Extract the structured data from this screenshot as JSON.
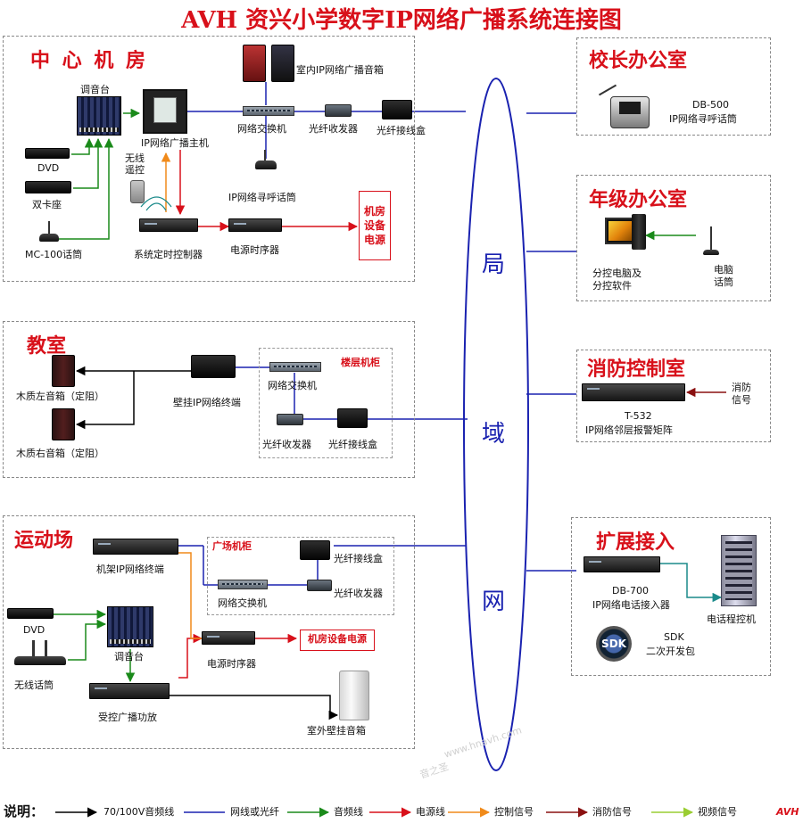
{
  "title": "AVH 资兴小学数字IP网络广播系统连接图",
  "lan": {
    "c1": "局",
    "c2": "域",
    "c3": "网"
  },
  "center": {
    "title": "中 心 机 房",
    "mixer": "调音台",
    "host": "IP网络广播主机",
    "dvd": "DVD",
    "cassette": "双卡座",
    "mic": "MC-100话筒",
    "remote": "无线\n遥控",
    "indoor_speaker": "室内IP网络广播音箱",
    "switch": "网络交换机",
    "transceiver": "光纤收发器",
    "fiberbox": "光纤接线盒",
    "paging_mic": "IP网络寻呼话筒",
    "timer": "系统定时控制器",
    "sequencer": "电源时序器",
    "power": "机房\n设备\n电源"
  },
  "principal": {
    "title": "校长办公室",
    "model": "DB-500",
    "desc": "IP网络寻呼话筒"
  },
  "grade": {
    "title": "年级办公室",
    "pc": "分控电脑及\n分控软件",
    "mic": "电脑\n话筒"
  },
  "fire": {
    "title": "消防控制室",
    "model": "T-532",
    "desc": "IP网络邻层报警矩阵",
    "signal": "消防\n信号"
  },
  "classroom": {
    "title": "教室",
    "left_speaker": "木质左音箱（定阻）",
    "right_speaker": "木质右音箱（定阻）",
    "terminal": "壁挂IP网络终端",
    "cabinet": "楼层机柜",
    "switch": "网络交换机",
    "transceiver": "光纤收发器",
    "fiberbox": "光纤接线盒"
  },
  "playground": {
    "title": "运动场",
    "terminal": "机架IP网络终端",
    "cabinet": "广场机柜",
    "fiberbox": "光纤接线盒",
    "transceiver": "光纤收发器",
    "switch": "网络交换机",
    "dvd": "DVD",
    "wireless_mic": "无线话筒",
    "mixer": "调音台",
    "sequencer": "电源时序器",
    "power": "机房设备电源",
    "amp": "受控广播功放",
    "outdoor_speaker": "室外壁挂音箱"
  },
  "expansion": {
    "title": "扩展接入",
    "model": "DB-700",
    "desc": "IP网络电话接入器",
    "pbx": "电话程控机",
    "sdk_model": "SDK",
    "sdk_desc": "二次开发包",
    "sdk_logo": "SDK"
  },
  "watermark": {
    "brand": "音之圣",
    "url": "www.hnavh.com"
  },
  "legend": {
    "prefix": "说明：",
    "items": [
      {
        "label": "70/100V音频线",
        "color": "#000000"
      },
      {
        "label": "网线或光纤",
        "color": "#1a22b0"
      },
      {
        "label": "音频线",
        "color": "#1a8a1a"
      },
      {
        "label": "电源线",
        "color": "#d8101a"
      },
      {
        "label": "控制信号",
        "color": "#f08a1a"
      },
      {
        "label": "消防信号",
        "color": "#8a1010"
      },
      {
        "label": "视频信号",
        "color": "#9acd32"
      }
    ],
    "logo": "AVH"
  }
}
